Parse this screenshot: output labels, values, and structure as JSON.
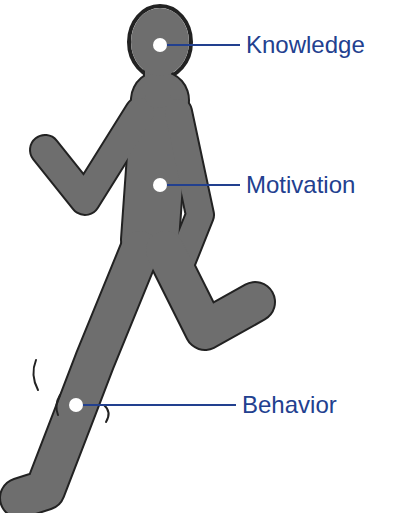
{
  "diagram": {
    "labels": [
      "Knowledge",
      "Motivation",
      "Behavior"
    ]
  }
}
